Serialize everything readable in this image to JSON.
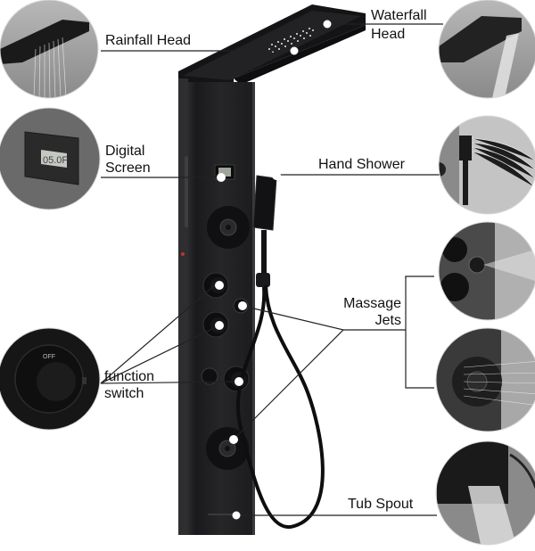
{
  "callouts": {
    "rainfall_head": "Rainfall Head",
    "waterfall_head_line1": "Waterfall",
    "waterfall_head_line2": "Head",
    "digital_screen_line1": "Digital",
    "digital_screen_line2": "Screen",
    "hand_shower": "Hand Shower",
    "massage_jets_line1": "Massage",
    "massage_jets_line2": "Jets",
    "function_switch_line1": "function",
    "function_switch_line2": "switch",
    "tub_spout": "Tub Spout"
  },
  "details": {
    "digital_display_reading": "05.0F",
    "switch_off_marking": "OFF"
  },
  "colors": {
    "panel": "#1c1c1e",
    "panel_edge": "#2b2b2d",
    "circle_bg": "#9a9a9a",
    "leader_line": "#222222"
  }
}
